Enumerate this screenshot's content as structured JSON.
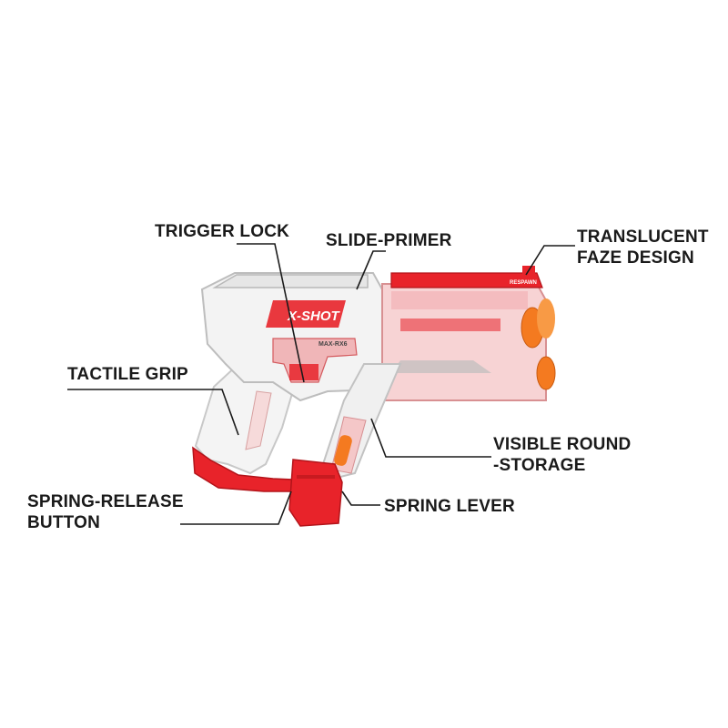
{
  "callouts": {
    "trigger_lock": "TRIGGER LOCK",
    "slide_primer": "SLIDE-PRIMER",
    "translucent_line1": "TRANSLUCENT",
    "translucent_line2": "FAZE DESIGN",
    "tactile_grip": "TACTILE GRIP",
    "visible_round_line1": "VISIBLE ROUND",
    "visible_round_line2": "-STORAGE",
    "spring_lever": "SPRING LEVER",
    "spring_release_line1": "SPRING-RELEASE",
    "spring_release_line2": "BUTTON"
  },
  "blaster_marks": {
    "logo": "X-SHOT",
    "model": "MAX-RX6",
    "respawn": "RESPAWN"
  },
  "icons": {
    "blaster": "toy-blaster-illustration"
  },
  "colors": {
    "text": "#1a1a1a",
    "leader": "#1a1a1a",
    "red": "#e8232a",
    "orange": "#f47a20",
    "clear_body": "#f3f3f3"
  }
}
